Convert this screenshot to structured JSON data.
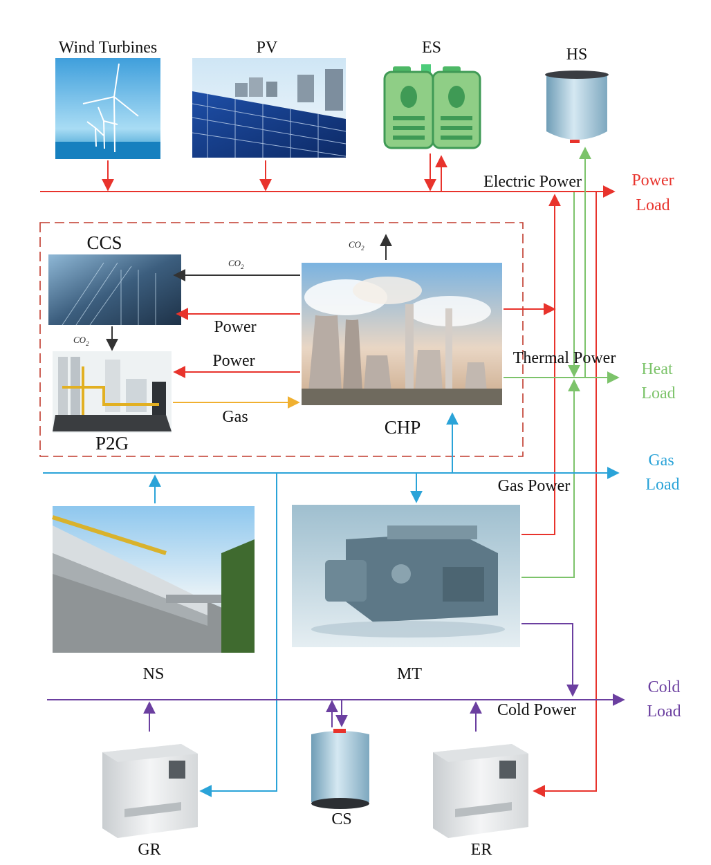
{
  "components": {
    "wind": "Wind Turbines",
    "pv": "PV",
    "es": "ES",
    "hs": "HS",
    "ccs": "CCS",
    "p2g": "P2G",
    "chp": "CHP",
    "ns": "NS",
    "mt": "MT",
    "gr": "GR",
    "cs": "CS",
    "er": "ER"
  },
  "flows": {
    "electric_power": "Electric Power",
    "thermal_power": "Thermal Power",
    "gas_power": "Gas Power",
    "cold_power": "Cold Power",
    "power_ccs": "Power",
    "power_p2g": "Power",
    "gas_p2g": "Gas",
    "co2_ccs": "CO",
    "co2_ccs_sub": "2",
    "co2_p2g": "CO",
    "co2_p2g_sub": "2",
    "co2_out": "CO",
    "co2_out_sub": "2"
  },
  "loads": {
    "power_1": "Power",
    "power_2": "Load",
    "heat_1": "Heat",
    "heat_2": "Load",
    "gas_1": "Gas",
    "gas_2": "Load",
    "cold_1": "Cold",
    "cold_2": "Load"
  },
  "colors": {
    "electric": "#e8332c",
    "thermal": "#7cc36a",
    "gas": "#2aa3d8",
    "cold": "#6b3fa0",
    "co2": "#333333",
    "gas_supply": "#f0b030",
    "boundary": "#c0392b"
  }
}
